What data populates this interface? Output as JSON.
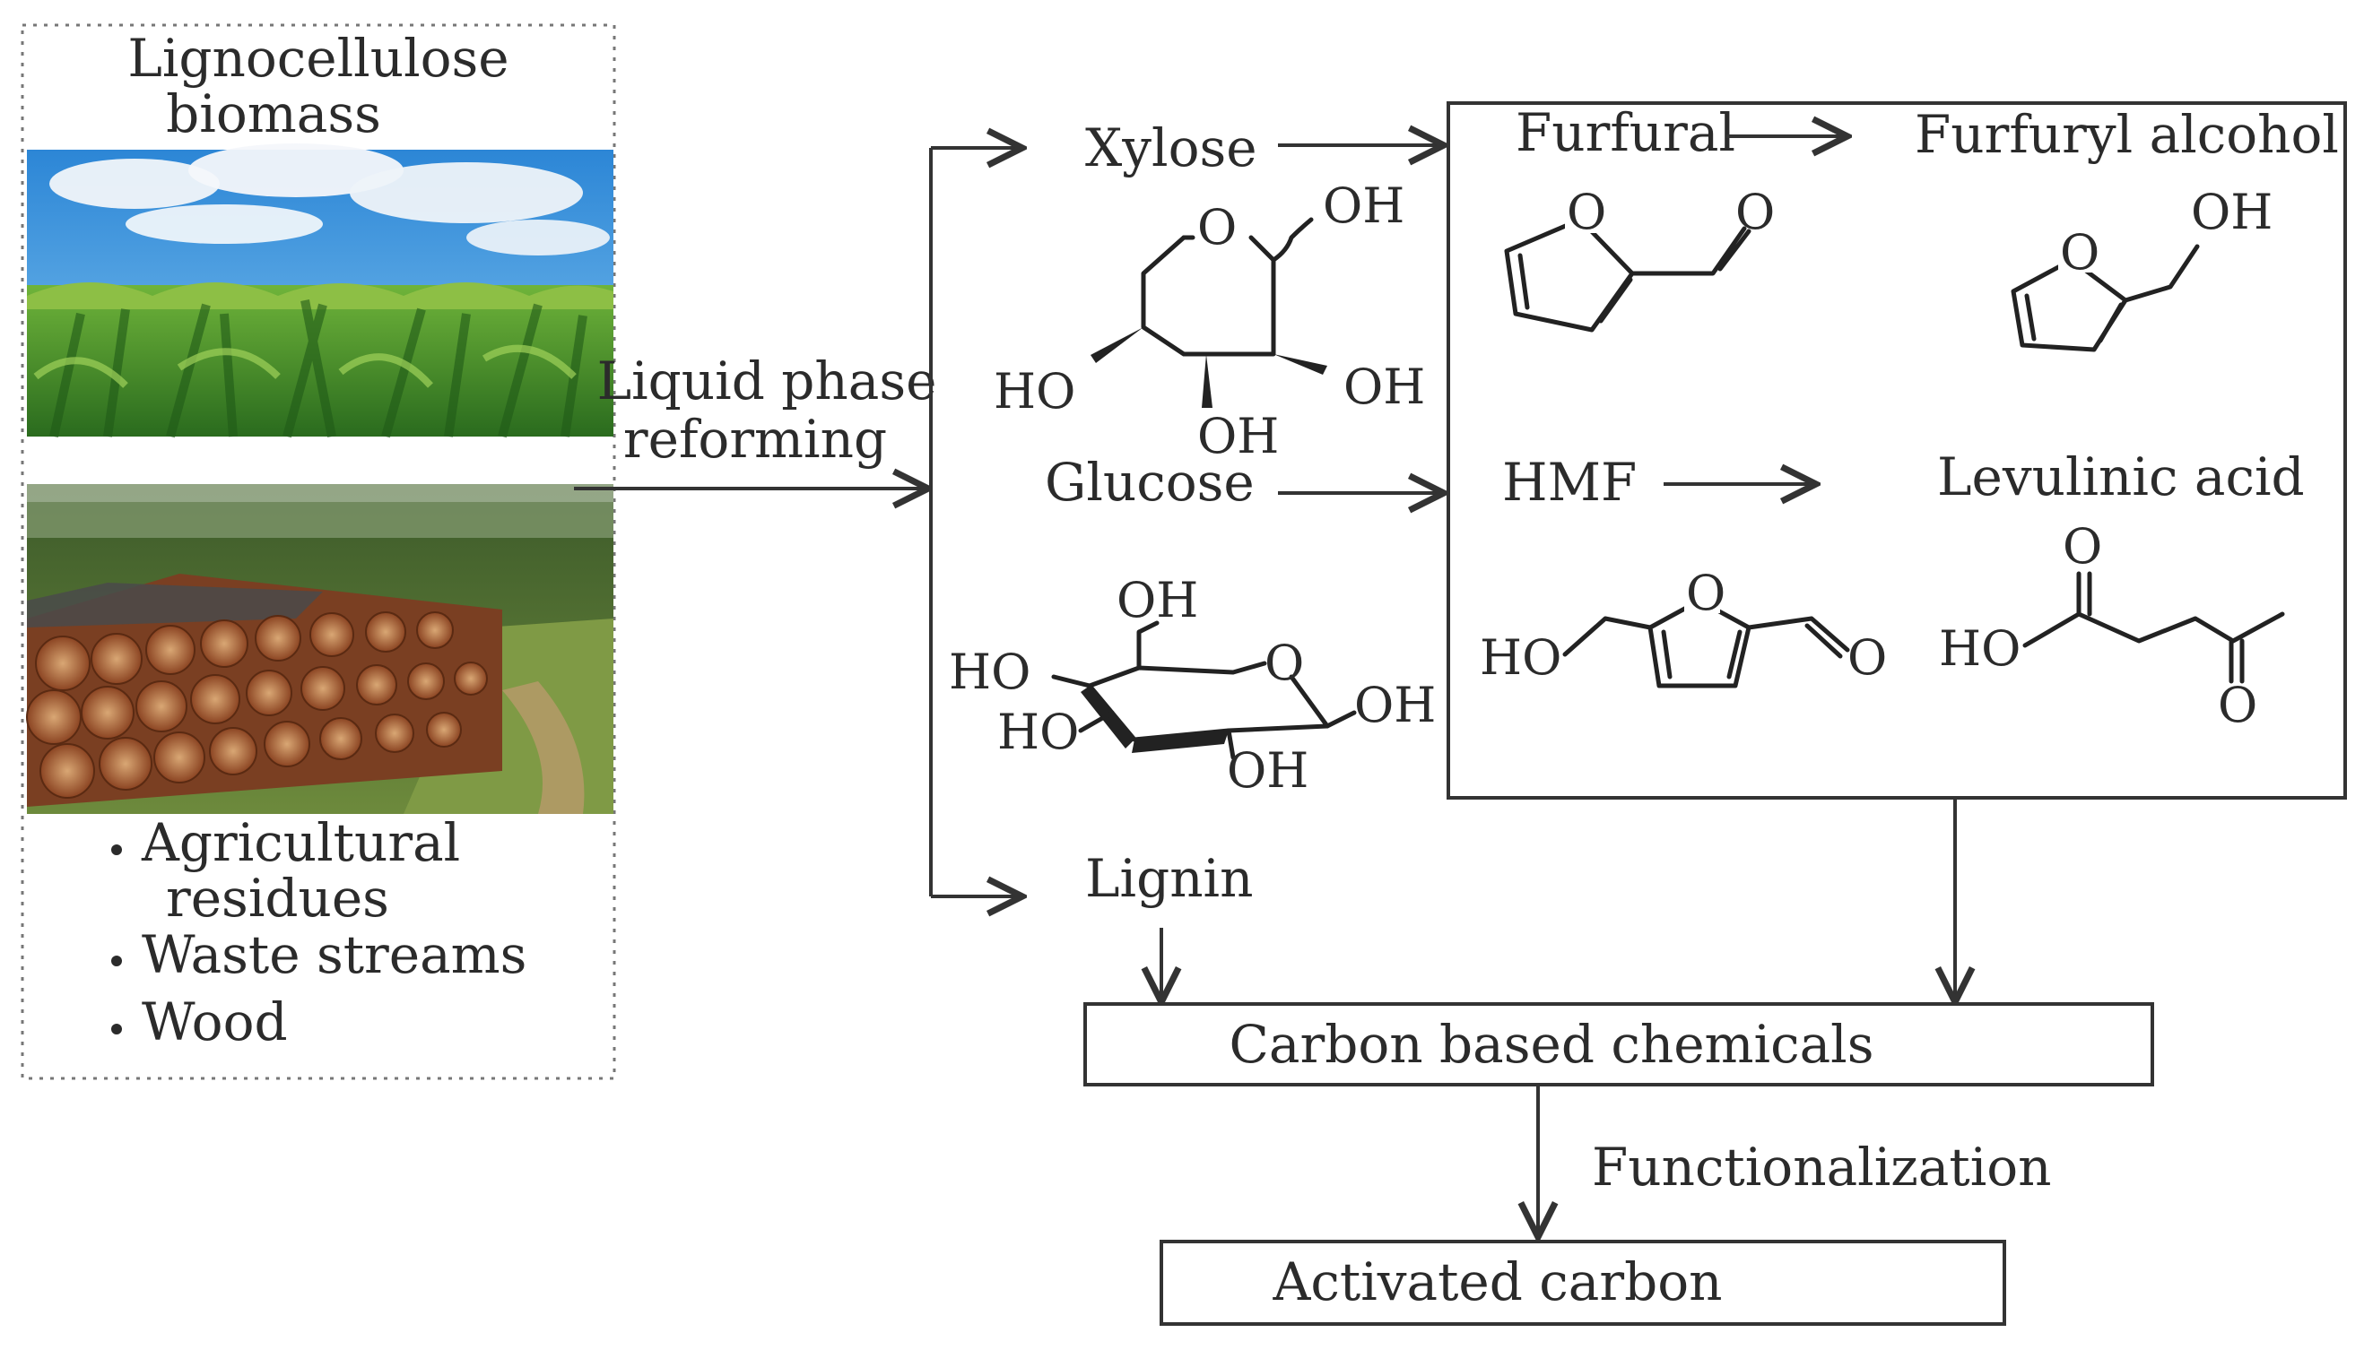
{
  "biomass": {
    "title": "Lignocellulose biomass",
    "title_line1": "Lignocellulose",
    "title_line2": "biomass",
    "bullets": [
      "Agricultural",
      "residues",
      "Waste streams",
      "Wood"
    ]
  },
  "process": {
    "line1": "Liquid phase",
    "line2": "reforming"
  },
  "fractions": {
    "xylose": "Xylose",
    "glucose": "Glucose",
    "lignin": "Lignin"
  },
  "sugar_atoms": {
    "O": "O",
    "OH": "OH",
    "HO": "HO"
  },
  "products": {
    "furfural": "Furfural",
    "furfuryl_alcohol": "Furfuryl alcohol",
    "hmf": "HMF",
    "levulinic_acid": "Levulinic acid"
  },
  "outputs": {
    "carbon_chemicals": "Carbon based chemicals",
    "functionalization": "Functionalization",
    "activated_carbon": "Activated carbon"
  },
  "colors": {
    "sky": "#3f9be0",
    "cloud": "#f4f7fb",
    "corn": "#3f8f2a",
    "wood": "#a85a32",
    "line": "#333333"
  }
}
